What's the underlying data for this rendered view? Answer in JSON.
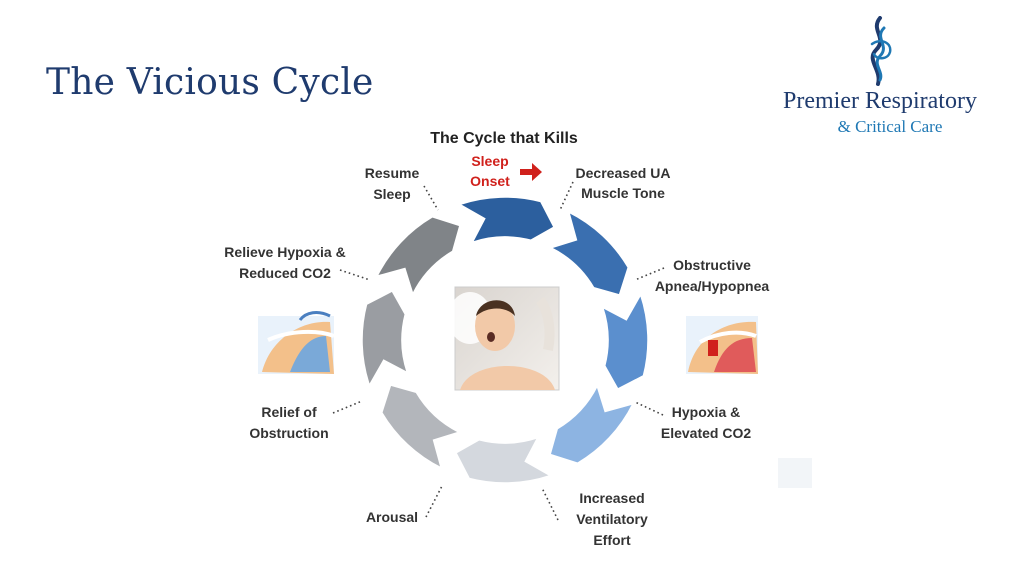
{
  "slide": {
    "title": "The Vicious Cycle"
  },
  "brand": {
    "name": "Premier Respiratory",
    "subtitle": "& Critical Care",
    "logo_icon": "swirl-logo-icon",
    "colors": {
      "primary": "#1f3b6e",
      "accent": "#1f78b4"
    }
  },
  "cycle": {
    "title": "The Cycle that Kills",
    "start": {
      "line1": "Sleep",
      "line2": "Onset",
      "color": "#d0211c"
    },
    "steps": [
      {
        "line1": "Decreased UA",
        "line2": "Muscle Tone"
      },
      {
        "line1": "Obstructive",
        "line2": "Apnea/Hypopnea"
      },
      {
        "line1": "Hypoxia &",
        "line2": "Elevated CO2"
      },
      {
        "line1": "Increased",
        "line2": "Ventilatory",
        "line3": "Effort"
      },
      {
        "line1": "Arousal"
      },
      {
        "line1": "Relief of",
        "line2": "Obstruction"
      },
      {
        "line1": "Relieve Hypoxia &",
        "line2": "Reduced CO2"
      },
      {
        "line1": "Resume",
        "line2": "Sleep"
      }
    ],
    "segment_colors": [
      "#2c5f9e",
      "#3a6fb0",
      "#5b8fce",
      "#8db4e2",
      "#d4d8de",
      "#b3b6bb",
      "#9a9da2",
      "#808488"
    ],
    "center_image": "sleeping-man-photo",
    "left_image": "open-airway-illustration",
    "right_image": "blocked-airway-illustration"
  }
}
